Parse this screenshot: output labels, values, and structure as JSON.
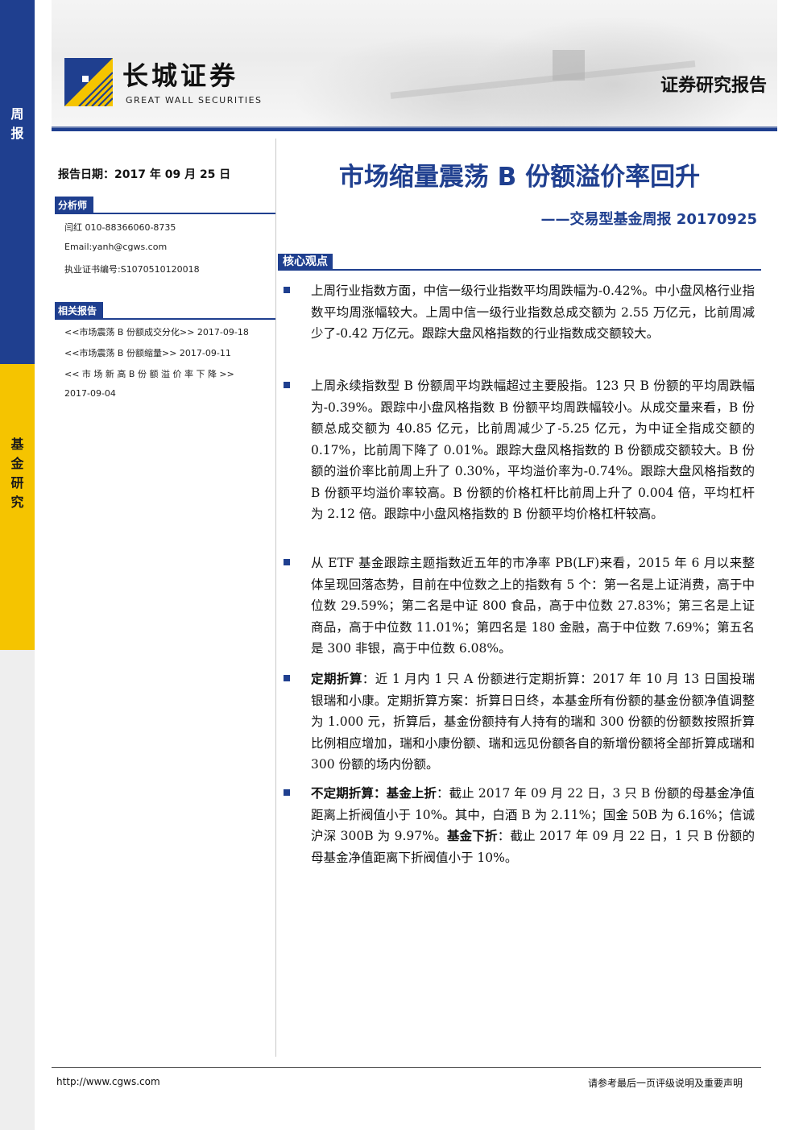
{
  "side_strip": {
    "top_label": "周报",
    "bottom_label": "基金研究",
    "colors": {
      "top": "#1f3f8f",
      "mid": "#f5c400"
    }
  },
  "header": {
    "brand_cn": "长城证券",
    "brand_en": "GREAT WALL SECURITIES",
    "report_type": "证券研究报告",
    "logo_icon": "great-wall-logo-icon"
  },
  "left": {
    "report_date": "报告日期：2017 年 09 月 25 日",
    "analyst_head": "分析师",
    "analyst_lines": [
      "闫红 010-88366060-8735",
      "Email:yanh@cgws.com",
      "执业证书编号:S1070510120018"
    ],
    "related_head": "相关报告",
    "related_lines": [
      "<<市场震荡 B 份额成交分化>> 2017-09-18",
      "<<市场震荡 B 份额缩量>> 2017-09-11",
      "<< 市 场 新 高 B 份 额 溢 价 率 下 降 >>",
      "2017-09-04"
    ]
  },
  "main": {
    "title": "市场缩量震荡 B 份额溢价率回升",
    "subtitle": "——交易型基金周报 20170925",
    "core_head": "核心观点",
    "bullets": [
      {
        "bold": "",
        "text": "上周行业指数方面，中信一级行业指数平均周跌幅为-0.42%。中小盘风格行业指数平均周涨幅较大。上周中信一级行业指数总成交额为 2.55 万亿元，比前周减少了-0.42 万亿元。跟踪大盘风格指数的行业指数成交额较大。"
      },
      {
        "bold": "",
        "text": "上周永续指数型 B 份额周平均跌幅超过主要股指。123 只 B 份额的平均周跌幅为-0.39%。跟踪中小盘风格指数 B 份额平均周跌幅较小。从成交量来看，B 份额总成交额为 40.85 亿元，比前周减少了-5.25 亿元，为中证全指成交额的 0.17%，比前周下降了 0.01%。跟踪大盘风格指数的 B 份额成交额较大。B 份额的溢价率比前周上升了 0.30%，平均溢价率为-0.74%。跟踪大盘风格指数的 B 份额平均溢价率较高。B 份额的价格杠杆比前周上升了 0.004 倍，平均杠杆为 2.12 倍。跟踪中小盘风格指数的 B 份额平均价格杠杆较高。"
      },
      {
        "bold": "",
        "text": "从 ETF 基金跟踪主题指数近五年的市净率 PB(LF)来看，2015 年 6 月以来整体呈现回落态势，目前在中位数之上的指数有 5 个：第一名是上证消费，高于中位数 29.59%；第二名是中证 800 食品，高于中位数 27.83%；第三名是上证商品，高于中位数 11.01%；第四名是 180 金融，高于中位数 7.69%；第五名是 300 非银，高于中位数 6.08%。"
      },
      {
        "bold": "定期折算",
        "text": "：近 1 月内 1 只 A 份额进行定期折算：2017 年 10 月 13 日国投瑞银瑞和小康。定期折算方案：折算日日终，本基金所有份额的基金份额净值调整为 1.000 元，折算后，基金份额持有人持有的瑞和 300 份额的份额数按照折算比例相应增加，瑞和小康份额、瑞和远见份额各自的新增份额将全部折算成瑞和 300 份额的场内份额。"
      },
      {
        "bold": "不定期折算：基金上折",
        "text": "：截止 2017 年 09 月 22 日，3 只 B 份额的母基金净值距离上折阀值小于 10%。其中，白酒 B 为 2.11%；国金 50B 为 6.16%；信诚沪深 300B 为 9.97%。",
        "bold2": "基金下折",
        "text2": "：截止 2017 年 09 月 22 日，1 只 B 份额的母基金净值距离下折阀值小于 10%。"
      }
    ]
  },
  "footer": {
    "url": "http://www.cgws.com",
    "disclaimer": "请参考最后一页评级说明及重要声明"
  }
}
